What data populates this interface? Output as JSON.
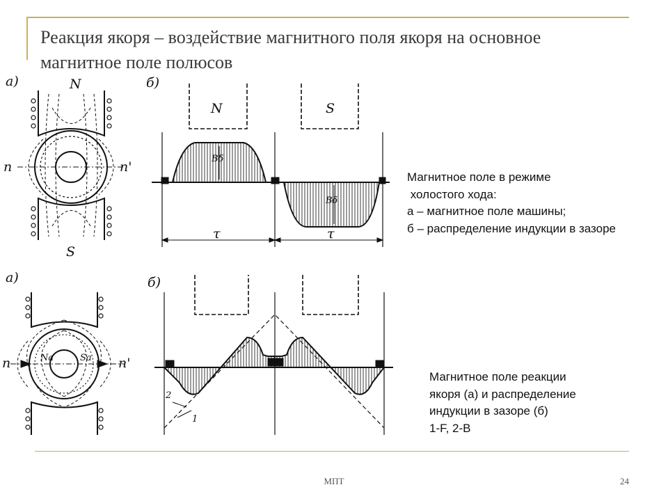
{
  "slide": {
    "title": "Реакция якоря – воздействие магнитного поля якоря на основное магнитное поле полюсов",
    "accent_color": "#c8b25a"
  },
  "captions": {
    "no_load": [
      "Магнитное поле в режиме",
      " холостого хода:",
      "а – магнитное поле машины;",
      "б – распределение индукции в зазоре"
    ],
    "armature_reaction": [
      "Магнитное поле реакции",
      "якоря (а) и распределение",
      "индукции в зазоре (б)",
      "1-F, 2-B"
    ]
  },
  "figure_labels": {
    "top_a": "а)",
    "top_b": "б)",
    "bottom_a": "а)",
    "bottom_b": "б)",
    "pole_n": "N",
    "pole_s": "S",
    "pole_n_box": "N",
    "pole_s_box": "S",
    "axis_n": "n",
    "axis_n_prime": "n'",
    "axis_n2": "n",
    "axis_n2_prime": "n'",
    "b_delta_1": "Bδ",
    "b_delta_2": "Bδ",
    "tau_1": "τ",
    "tau_2": "τ",
    "n_a": "Na",
    "s_a": "Sa",
    "curve_2": "2",
    "curve_1": "1"
  },
  "footer": {
    "center": "МПТ",
    "page_number": "24"
  }
}
